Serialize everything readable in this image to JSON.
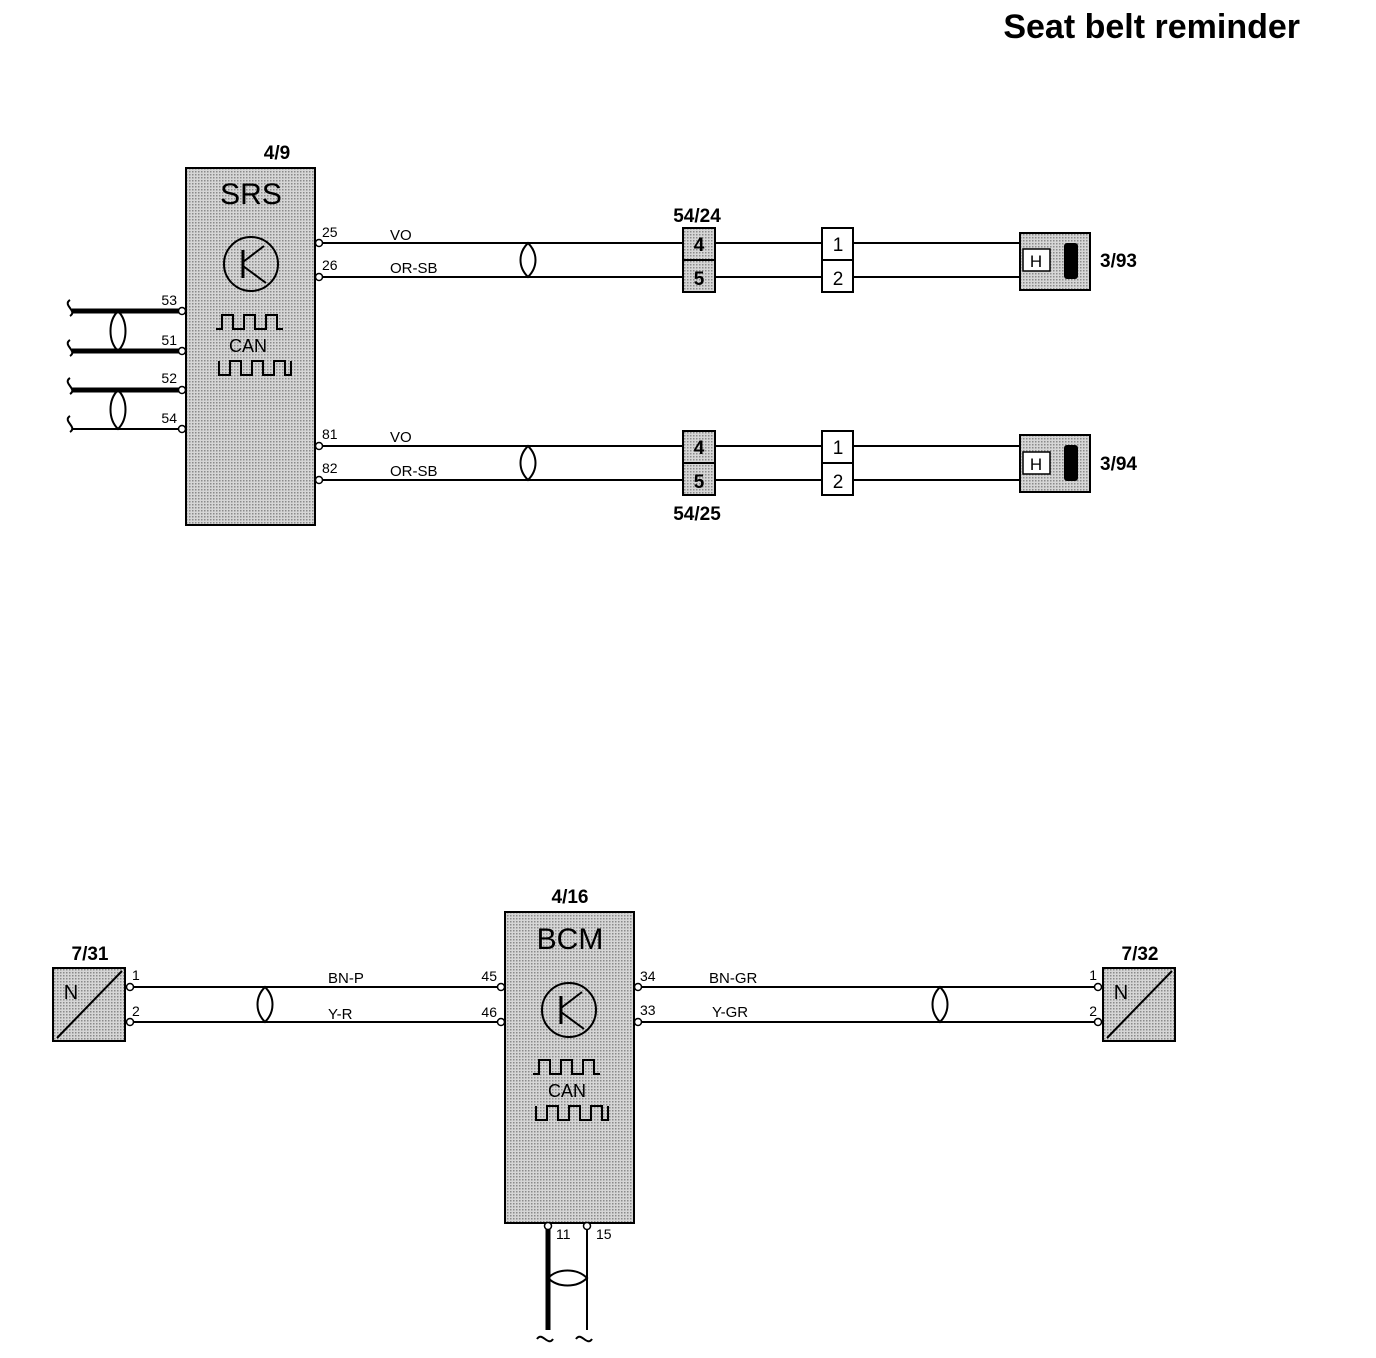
{
  "title": "Seat belt reminder",
  "srs": {
    "ref": "4/9",
    "label": "SRS",
    "can_label": "CAN",
    "left_pins": [
      "53",
      "51",
      "52",
      "54"
    ],
    "right_pins": [
      "25",
      "26",
      "81",
      "82"
    ],
    "wires_top": [
      "VO",
      "OR-SB"
    ],
    "wires_bottom": [
      "VO",
      "OR-SB"
    ]
  },
  "connector_top": {
    "ref": "54/24",
    "pins": [
      "4",
      "5"
    ]
  },
  "connector_bottom": {
    "ref": "54/25",
    "pins": [
      "4",
      "5"
    ]
  },
  "plug_top_pins": [
    "1",
    "2"
  ],
  "plug_bottom_pins": [
    "1",
    "2"
  ],
  "buckle_top": {
    "ref": "3/93",
    "label": "H"
  },
  "buckle_bottom": {
    "ref": "3/94",
    "label": "H"
  },
  "bcm": {
    "ref": "4/16",
    "label": "BCM",
    "can_label": "CAN",
    "left_pins": [
      "45",
      "46"
    ],
    "right_pins": [
      "34",
      "33"
    ],
    "bottom_pins": [
      "11",
      "15"
    ],
    "wires_left": [
      "BN-P",
      "Y-R"
    ],
    "wires_right": [
      "BN-GR",
      "Y-GR"
    ]
  },
  "sensor_left": {
    "ref": "7/31",
    "label": "N",
    "pins": [
      "1",
      "2"
    ]
  },
  "sensor_right": {
    "ref": "7/32",
    "label": "N",
    "pins": [
      "1",
      "2"
    ]
  }
}
